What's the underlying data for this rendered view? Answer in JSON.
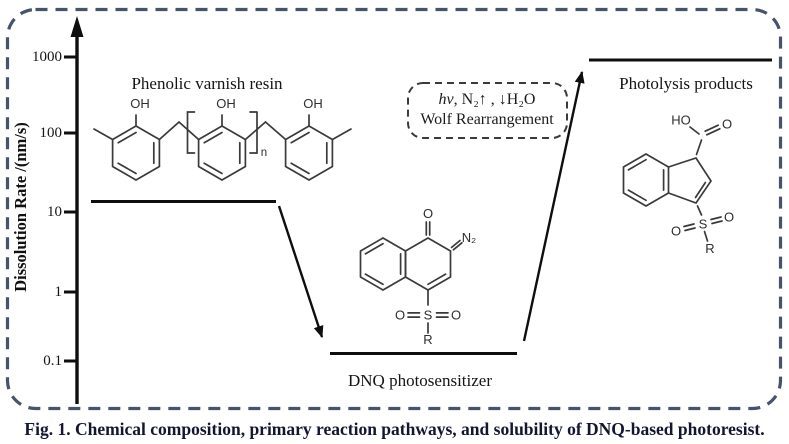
{
  "figure": {
    "caption": "Fig. 1. Chemical composition, primary reaction pathways, and solubility of DNQ-based photoresist."
  },
  "axis": {
    "label": "Dissolution Rate /(nm/s)",
    "scale": "log",
    "ticks": [
      "1000",
      "100",
      "10",
      "1",
      "0.1"
    ]
  },
  "levels": {
    "resin": {
      "label": "Phenolic varnish resin",
      "approx_rate_nm_per_s": 13
    },
    "dnq": {
      "label": "DNQ photosensitizer",
      "approx_rate_nm_per_s": 0.13
    },
    "products": {
      "label": "Photolysis products",
      "approx_rate_nm_per_s": 900
    }
  },
  "reaction_box": {
    "line1_italic": "hv",
    "line1_rest": ", N₂↑ , ↓H₂O",
    "line2": "Wolf Rearrangement"
  },
  "atoms": {
    "resin": {
      "oh1": "OH",
      "oh2": "OH",
      "oh3": "OH",
      "repeat": "n"
    },
    "dnq": {
      "o_top": "O",
      "n2": "N₂",
      "o_left": "O",
      "s": "S",
      "o_right": "O",
      "r": "R"
    },
    "product": {
      "ho": "HO",
      "o": "O",
      "o_left": "O",
      "s": "S",
      "o_right": "O",
      "r": "R"
    }
  },
  "colors": {
    "ink": "#111111",
    "structure": "#3a3a3a",
    "border": "#46536b",
    "caption": "#131631"
  }
}
